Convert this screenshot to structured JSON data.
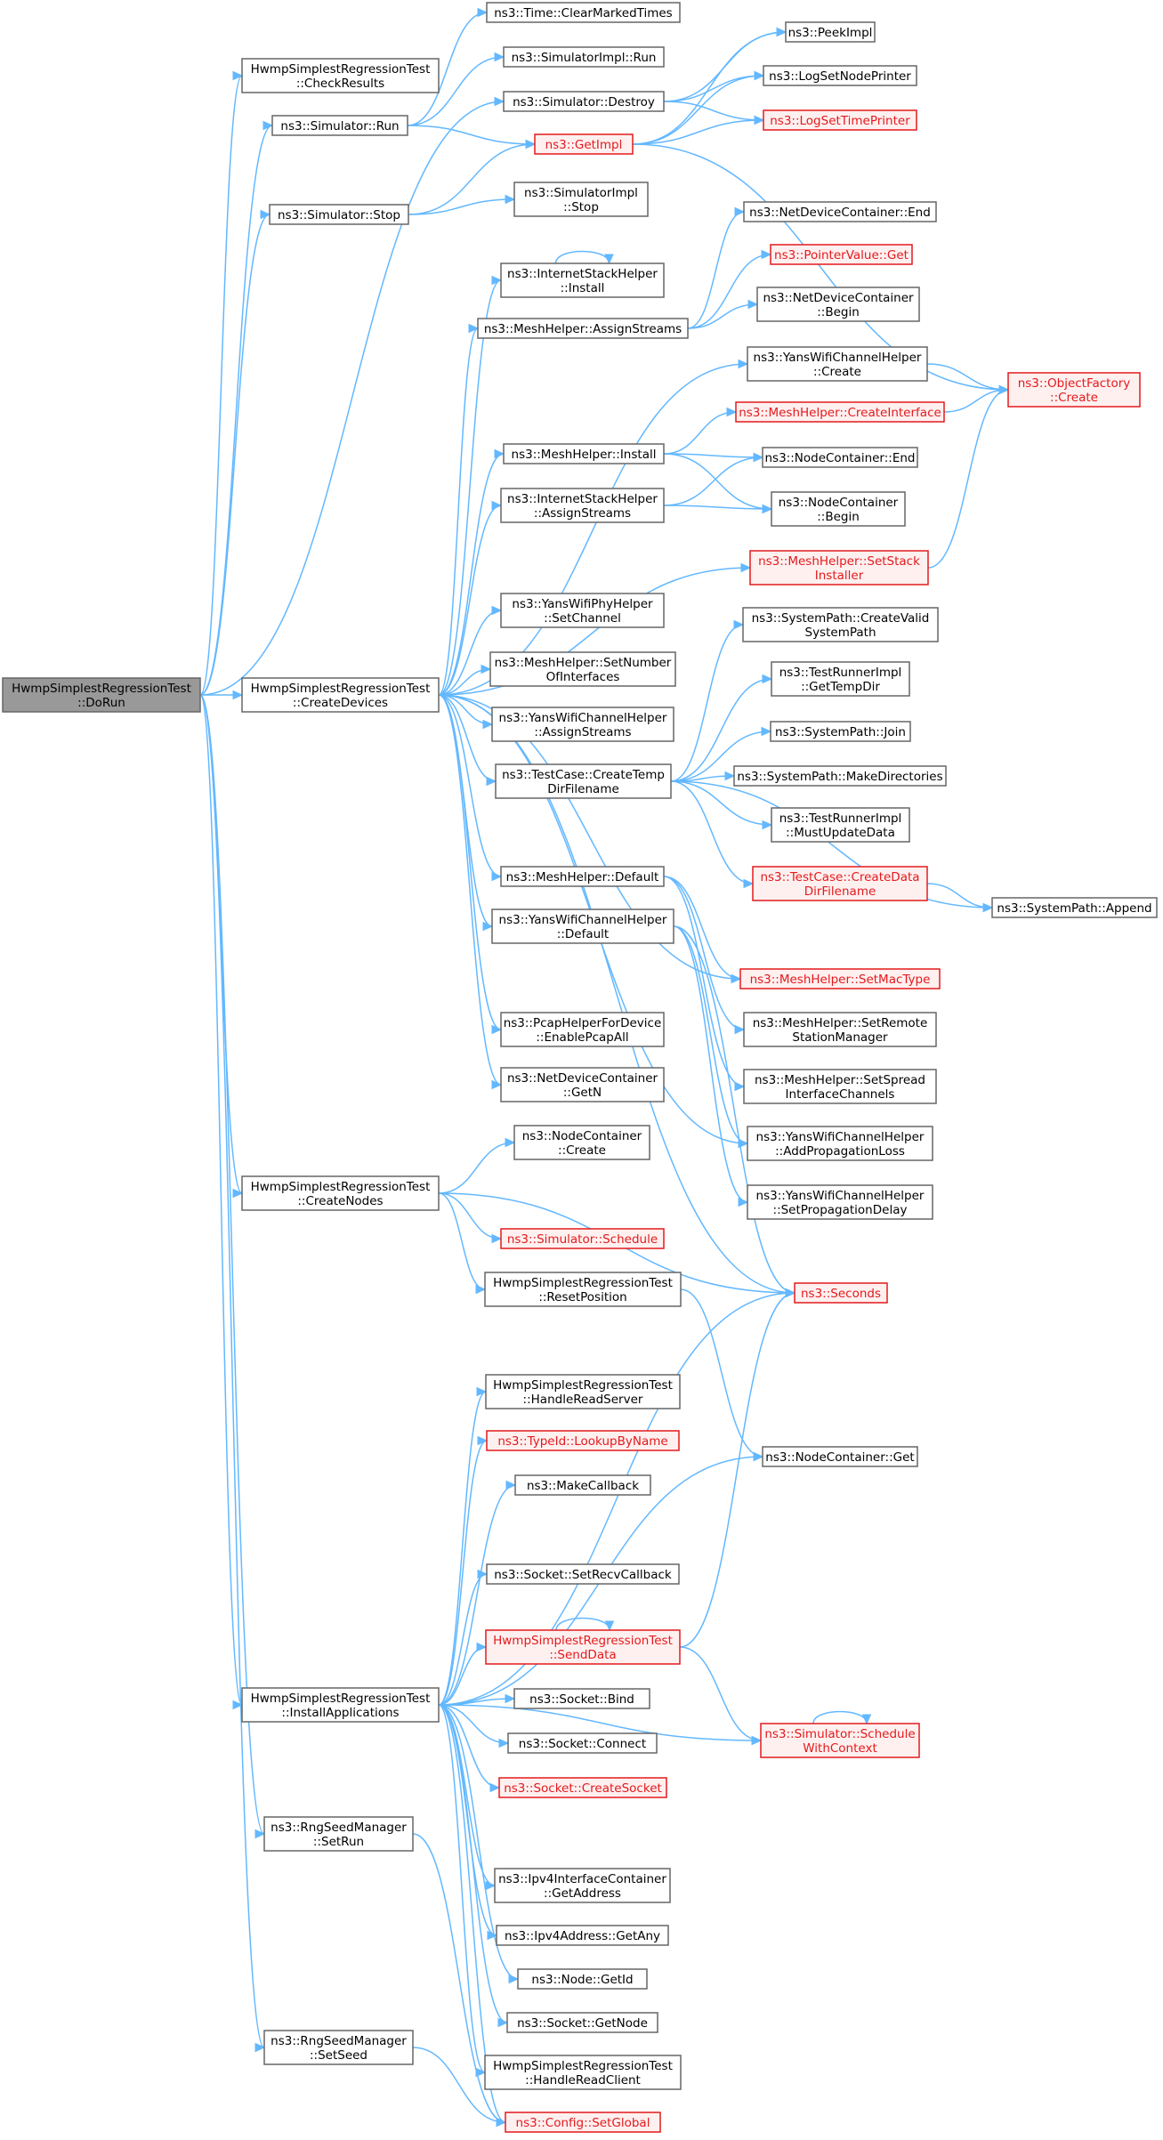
{
  "colors": {
    "edge": "#63b8ff",
    "node_border": "#666666",
    "root_fill": "#999999",
    "highlight": "#e31a1c",
    "highlight_fill": "#fff0f0"
  },
  "nodes": [
    {
      "id": "root",
      "lines": [
        "HwmpSimplestRegressionTest",
        "::DoRun"
      ],
      "style": "root"
    },
    {
      "id": "checkResults",
      "lines": [
        "HwmpSimplestRegressionTest",
        "::CheckResults"
      ]
    },
    {
      "id": "simRun",
      "lines": [
        "ns3::Simulator::Run"
      ]
    },
    {
      "id": "simStop",
      "lines": [
        "ns3::Simulator::Stop"
      ]
    },
    {
      "id": "createDevices",
      "lines": [
        "HwmpSimplestRegressionTest",
        "::CreateDevices"
      ]
    },
    {
      "id": "createNodes",
      "lines": [
        "HwmpSimplestRegressionTest",
        "::CreateNodes"
      ]
    },
    {
      "id": "installApps",
      "lines": [
        "HwmpSimplestRegressionTest",
        "::InstallApplications"
      ]
    },
    {
      "id": "rngSetRun",
      "lines": [
        "ns3::RngSeedManager",
        "::SetRun"
      ]
    },
    {
      "id": "rngSetSeed",
      "lines": [
        "ns3::RngSeedManager",
        "::SetSeed"
      ]
    },
    {
      "id": "clearMarked",
      "lines": [
        "ns3::Time::ClearMarkedTimes"
      ]
    },
    {
      "id": "simImplRun",
      "lines": [
        "ns3::SimulatorImpl::Run"
      ]
    },
    {
      "id": "simDestroy",
      "lines": [
        "ns3::Simulator::Destroy"
      ]
    },
    {
      "id": "getImpl",
      "lines": [
        "ns3::GetImpl"
      ],
      "style": "red"
    },
    {
      "id": "simImplStop",
      "lines": [
        "ns3::SimulatorImpl",
        "::Stop"
      ]
    },
    {
      "id": "peekImpl",
      "lines": [
        "ns3::PeekImpl"
      ]
    },
    {
      "id": "logNode",
      "lines": [
        "ns3::LogSetNodePrinter"
      ]
    },
    {
      "id": "logTime",
      "lines": [
        "ns3::LogSetTimePrinter"
      ],
      "style": "red"
    },
    {
      "id": "objFactory",
      "lines": [
        "ns3::ObjectFactory",
        "::Create"
      ],
      "style": "red"
    },
    {
      "id": "ishInstall",
      "lines": [
        "ns3::InternetStackHelper",
        "::Install"
      ]
    },
    {
      "id": "mhAssign",
      "lines": [
        "ns3::MeshHelper::AssignStreams"
      ]
    },
    {
      "id": "ndcEnd",
      "lines": [
        "ns3::NetDeviceContainer::End"
      ]
    },
    {
      "id": "ptrGet",
      "lines": [
        "ns3::PointerValue::Get"
      ],
      "style": "red"
    },
    {
      "id": "ndcBegin",
      "lines": [
        "ns3::NetDeviceContainer",
        "::Begin"
      ]
    },
    {
      "id": "ywchCreate",
      "lines": [
        "ns3::YansWifiChannelHelper",
        "::Create"
      ]
    },
    {
      "id": "mhCreateIf",
      "lines": [
        "ns3::MeshHelper::CreateInterface"
      ],
      "style": "red"
    },
    {
      "id": "mhInstall",
      "lines": [
        "ns3::MeshHelper::Install"
      ]
    },
    {
      "id": "ncEnd",
      "lines": [
        "ns3::NodeContainer::End"
      ]
    },
    {
      "id": "ishAssign",
      "lines": [
        "ns3::InternetStackHelper",
        "::AssignStreams"
      ]
    },
    {
      "id": "ncBegin",
      "lines": [
        "ns3::NodeContainer",
        "::Begin"
      ]
    },
    {
      "id": "mhSetStack",
      "lines": [
        "ns3::MeshHelper::SetStack",
        "Installer"
      ],
      "style": "red"
    },
    {
      "id": "ywphSetCh",
      "lines": [
        "ns3::YansWifiPhyHelper",
        "::SetChannel"
      ]
    },
    {
      "id": "mhSetNum",
      "lines": [
        "ns3::MeshHelper::SetNumber",
        "OfInterfaces"
      ]
    },
    {
      "id": "ywchAssign",
      "lines": [
        "ns3::YansWifiChannelHelper",
        "::AssignStreams"
      ]
    },
    {
      "id": "tcCreateTemp",
      "lines": [
        "ns3::TestCase::CreateTemp",
        "DirFilename"
      ]
    },
    {
      "id": "spCreateValid",
      "lines": [
        "ns3::SystemPath::CreateValid",
        "SystemPath"
      ]
    },
    {
      "id": "trGetTemp",
      "lines": [
        "ns3::TestRunnerImpl",
        "::GetTempDir"
      ]
    },
    {
      "id": "spJoin",
      "lines": [
        "ns3::SystemPath::Join"
      ]
    },
    {
      "id": "spMakeDirs",
      "lines": [
        "ns3::SystemPath::MakeDirectories"
      ]
    },
    {
      "id": "trMustUpdate",
      "lines": [
        "ns3::TestRunnerImpl",
        "::MustUpdateData"
      ]
    },
    {
      "id": "tcCreateData",
      "lines": [
        "ns3::TestCase::CreateData",
        "DirFilename"
      ],
      "style": "red"
    },
    {
      "id": "spAppend",
      "lines": [
        "ns3::SystemPath::Append"
      ]
    },
    {
      "id": "mhDefault",
      "lines": [
        "ns3::MeshHelper::Default"
      ]
    },
    {
      "id": "ywchDefault",
      "lines": [
        "ns3::YansWifiChannelHelper",
        "::Default"
      ]
    },
    {
      "id": "mhSetMac",
      "lines": [
        "ns3::MeshHelper::SetMacType"
      ],
      "style": "red"
    },
    {
      "id": "mhSetRemote",
      "lines": [
        "ns3::MeshHelper::SetRemote",
        "StationManager"
      ]
    },
    {
      "id": "mhSetSpread",
      "lines": [
        "ns3::MeshHelper::SetSpread",
        "InterfaceChannels"
      ]
    },
    {
      "id": "ywchAddLoss",
      "lines": [
        "ns3::YansWifiChannelHelper",
        "::AddPropagationLoss"
      ]
    },
    {
      "id": "ywchSetDelay",
      "lines": [
        "ns3::YansWifiChannelHelper",
        "::SetPropagationDelay"
      ]
    },
    {
      "id": "pcapEnable",
      "lines": [
        "ns3::PcapHelperForDevice",
        "::EnablePcapAll"
      ]
    },
    {
      "id": "ndcGetN",
      "lines": [
        "ns3::NetDeviceContainer",
        "::GetN"
      ]
    },
    {
      "id": "ncCreate",
      "lines": [
        "ns3::NodeContainer",
        "::Create"
      ]
    },
    {
      "id": "simSchedule",
      "lines": [
        "ns3::Simulator::Schedule"
      ],
      "style": "red"
    },
    {
      "id": "resetPos",
      "lines": [
        "HwmpSimplestRegressionTest",
        "::ResetPosition"
      ]
    },
    {
      "id": "seconds",
      "lines": [
        "ns3::Seconds"
      ],
      "style": "red"
    },
    {
      "id": "handleServer",
      "lines": [
        "HwmpSimplestRegressionTest",
        "::HandleReadServer"
      ]
    },
    {
      "id": "typeIdLookup",
      "lines": [
        "ns3::TypeId::LookupByName"
      ],
      "style": "red"
    },
    {
      "id": "makeCb",
      "lines": [
        "ns3::MakeCallback"
      ]
    },
    {
      "id": "ncGet",
      "lines": [
        "ns3::NodeContainer::Get"
      ]
    },
    {
      "id": "sockSetRecv",
      "lines": [
        "ns3::Socket::SetRecvCallback"
      ]
    },
    {
      "id": "sendData",
      "lines": [
        "HwmpSimplestRegressionTest",
        "::SendData"
      ],
      "style": "red"
    },
    {
      "id": "sockBind",
      "lines": [
        "ns3::Socket::Bind"
      ]
    },
    {
      "id": "schedCtx",
      "lines": [
        "ns3::Simulator::Schedule",
        "WithContext"
      ],
      "style": "red"
    },
    {
      "id": "sockConnect",
      "lines": [
        "ns3::Socket::Connect"
      ]
    },
    {
      "id": "sockCreate",
      "lines": [
        "ns3::Socket::CreateSocket"
      ],
      "style": "red"
    },
    {
      "id": "ipv4GetAddr",
      "lines": [
        "ns3::Ipv4InterfaceContainer",
        "::GetAddress"
      ]
    },
    {
      "id": "ipv4GetAny",
      "lines": [
        "ns3::Ipv4Address::GetAny"
      ]
    },
    {
      "id": "nodeGetId",
      "lines": [
        "ns3::Node::GetId"
      ]
    },
    {
      "id": "sockGetNode",
      "lines": [
        "ns3::Socket::GetNode"
      ]
    },
    {
      "id": "handleClient",
      "lines": [
        "HwmpSimplestRegressionTest",
        "::HandleReadClient"
      ]
    },
    {
      "id": "cfgSetGlobal",
      "lines": [
        "ns3::Config::SetGlobal"
      ],
      "style": "red"
    }
  ]
}
